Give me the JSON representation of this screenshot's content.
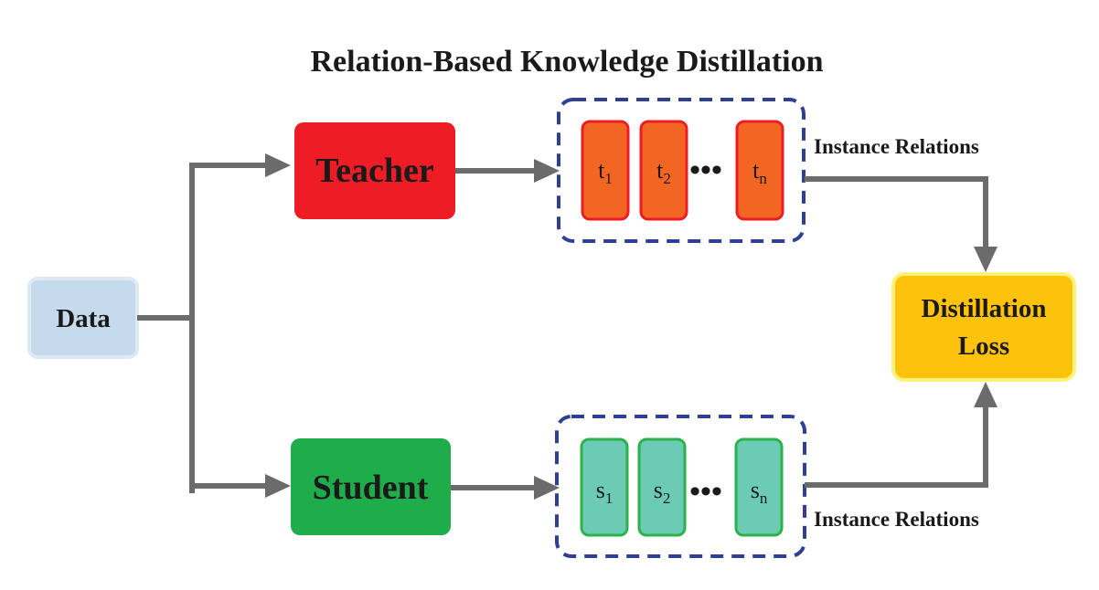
{
  "title": "Relation-Based Knowledge Distillation",
  "nodes": {
    "data": "Data",
    "teacher": "Teacher",
    "student": "Student",
    "loss_line1": "Distillation",
    "loss_line2": "Loss"
  },
  "teacher_cells": [
    {
      "base": "t",
      "sub": "1"
    },
    {
      "base": "t",
      "sub": "2"
    },
    {
      "base": "t",
      "sub": "n"
    }
  ],
  "student_cells": [
    {
      "base": "s",
      "sub": "1"
    },
    {
      "base": "s",
      "sub": "2"
    },
    {
      "base": "s",
      "sub": "n"
    }
  ],
  "ellipsis": "•••",
  "relations": {
    "teacher_label": "Instance Relations",
    "student_label": "Instance Relations"
  },
  "colors": {
    "data_fill": "#c5daed",
    "data_border": "#dde9f5",
    "teacher_fill": "#ee1c24",
    "student_fill": "#1fad4b",
    "teacher_cell_fill": "#f26522",
    "teacher_cell_border": "#ee1c24",
    "student_cell_fill": "#6ccbb4",
    "student_cell_border": "#2bb34a",
    "loss_fill": "#fdc20b",
    "loss_border": "#fff27a",
    "dashed_border": "#2e3f95",
    "arrow": "#6b6b6b"
  }
}
